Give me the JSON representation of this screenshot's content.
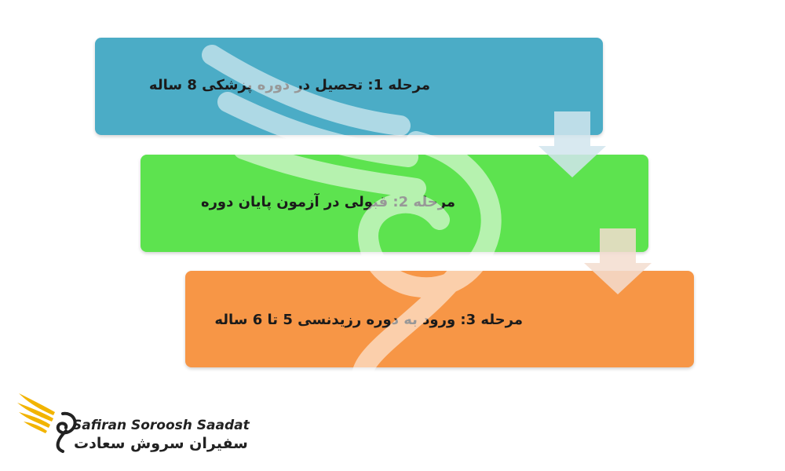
{
  "steps": [
    {
      "label": "مرحله 1: تحصیل در دوره پزشکی 8 ساله",
      "color": "#4BACC6"
    },
    {
      "label": "مرحله 2: قبولی در آزمون پایان دوره",
      "color": "#5DE34F"
    },
    {
      "label": "مرحله 3: ورود به دوره رزیدنسی 5 تا 6 ساله",
      "color": "#F79646"
    }
  ],
  "logo": {
    "name_en": "Safiran Soroosh Saadat",
    "name_fa": "سفیران سروش سعادت",
    "wing_color": "#F2B400",
    "icon": "winged-swan-icon"
  },
  "arrow_color": "#C9E3EC"
}
